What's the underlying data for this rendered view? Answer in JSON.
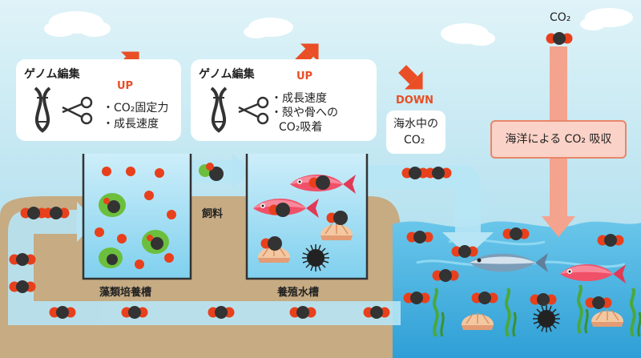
{
  "editing_left": {
    "title": "ゲノム編集",
    "bullets": [
      "・CO₂固定力",
      "・成長速度"
    ],
    "arrow_label": "UP"
  },
  "editing_right": {
    "title": "ゲノム編集",
    "bullets": [
      "・成長速度",
      "・殻や骨への",
      "CO₂吸着"
    ],
    "arrow_label": "UP"
  },
  "ocean_co2": {
    "arrow_label": "DOWN",
    "line1": "海水中の",
    "line2": "CO₂"
  },
  "atmosphere": {
    "label": "CO₂",
    "absorption": "海洋による CO₂ 吸収"
  },
  "tanks": {
    "algae": "藻類培養槽",
    "aquaculture": "養殖水槽",
    "feed": "飼料"
  },
  "colors": {
    "sky": "#dff2f7",
    "ground": "#c6ab83",
    "pipe": "#a8dcf0",
    "sea": "#4cb8e6",
    "accent": "#e94e24",
    "carbon": "#333333",
    "oxygen": "#e8401c"
  }
}
